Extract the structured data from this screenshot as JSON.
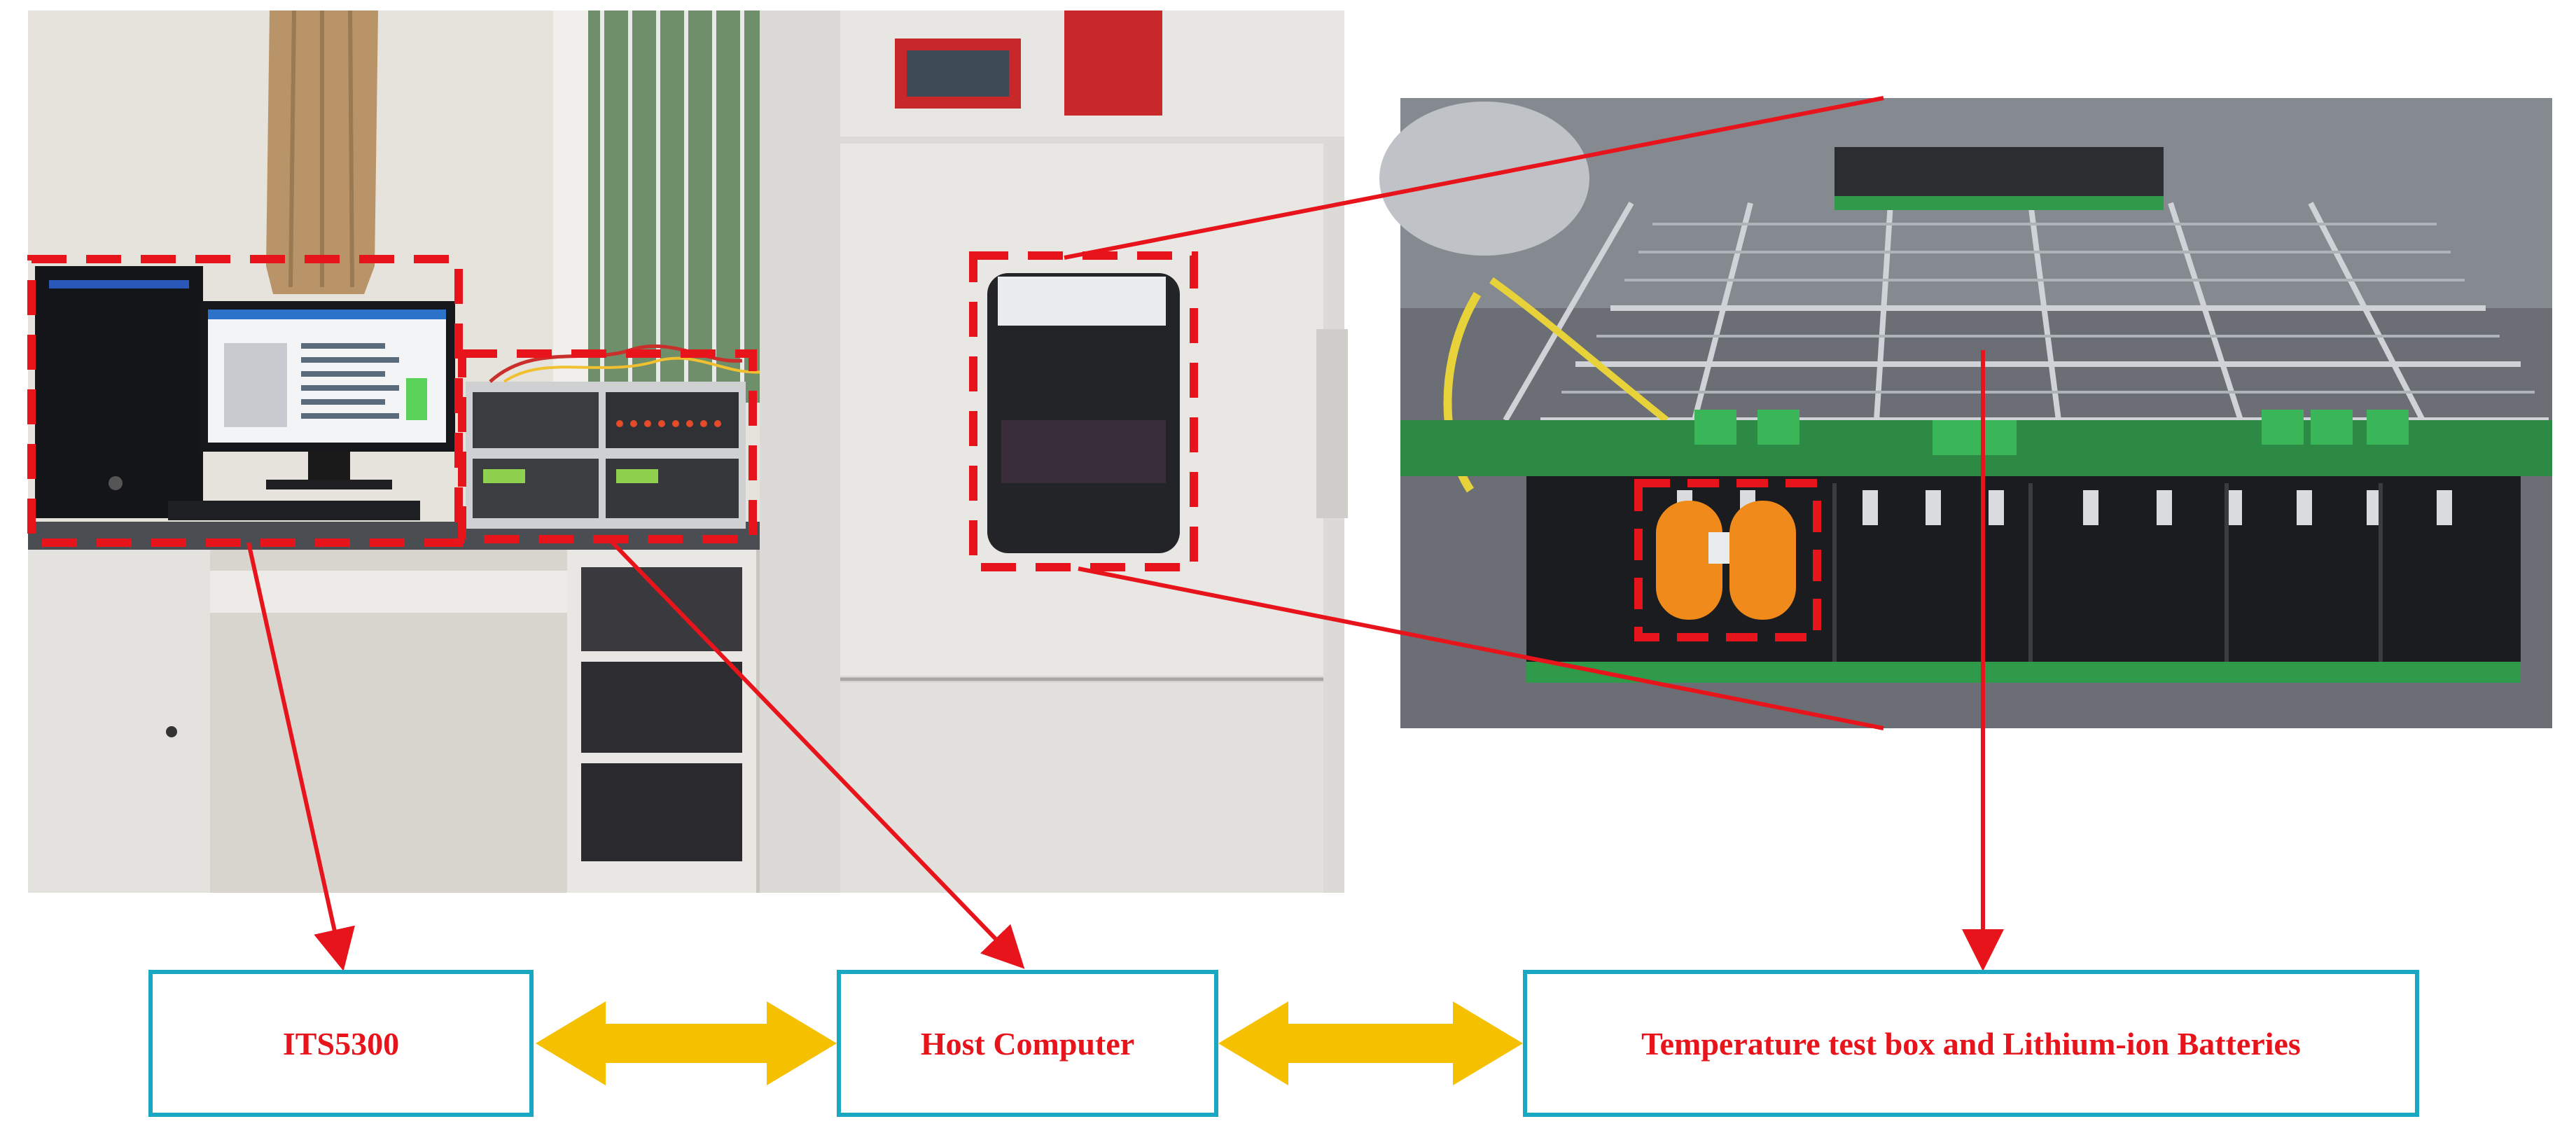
{
  "labels": {
    "its": "ITS5300",
    "host": "Host Computer",
    "temp": "Temperature test box and Lithium-ion Batteries"
  },
  "colors": {
    "box_border": "#1aa7c2",
    "label_text": "#e8141c",
    "connector_arrow": "#f5c000",
    "pointer_line": "#e8141c",
    "highlight_dash": "#e8141c"
  }
}
